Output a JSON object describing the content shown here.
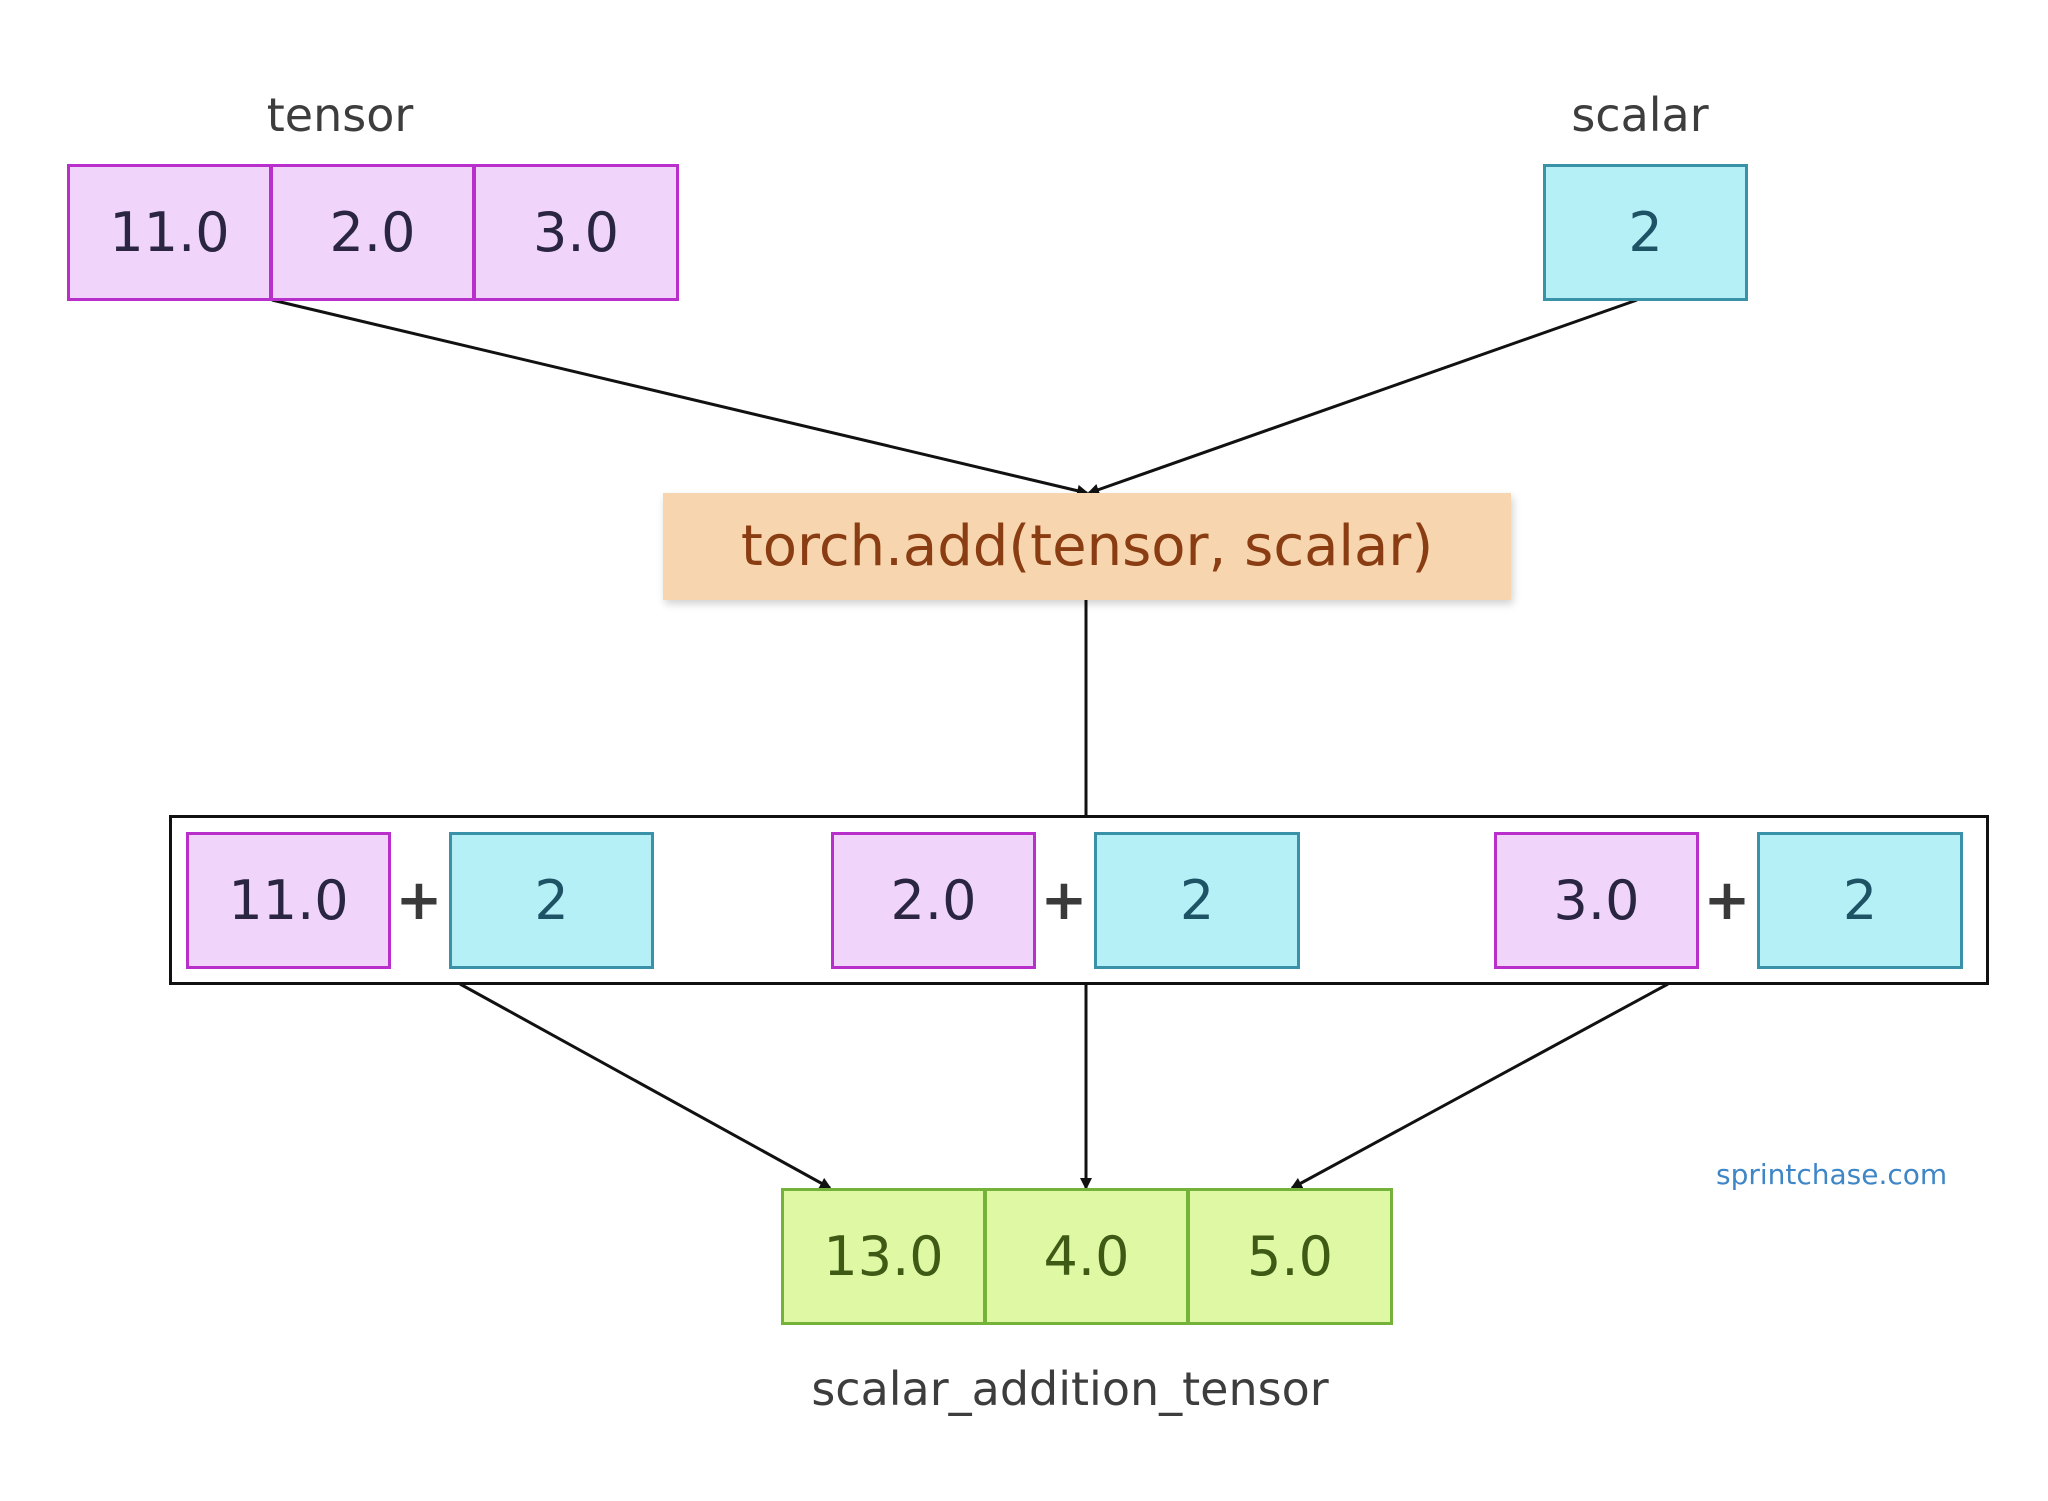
{
  "inputs": {
    "tensor": {
      "label": "tensor",
      "values": [
        "11.0",
        "2.0",
        "3.0"
      ]
    },
    "scalar": {
      "label": "scalar",
      "value": "2"
    }
  },
  "operation": {
    "label": "torch.add(tensor, scalar)"
  },
  "pairs": [
    {
      "left": "11.0",
      "operator": "+",
      "right": "2"
    },
    {
      "left": "2.0",
      "operator": "+",
      "right": "2"
    },
    {
      "left": "3.0",
      "operator": "+",
      "right": "2"
    }
  ],
  "output": {
    "label": "scalar_addition_tensor",
    "values": [
      "13.0",
      "4.0",
      "5.0"
    ]
  },
  "watermark": "sprintchase.com",
  "colors": {
    "tensor_fill": "#f0d4fa",
    "tensor_border": "#b82fcc",
    "scalar_fill": "#b6f0f7",
    "scalar_border": "#3a92a8",
    "result_fill": "#def8a4",
    "result_border": "#75b23a",
    "op_fill": "#f7d5ae",
    "op_text": "#8a3d12"
  }
}
